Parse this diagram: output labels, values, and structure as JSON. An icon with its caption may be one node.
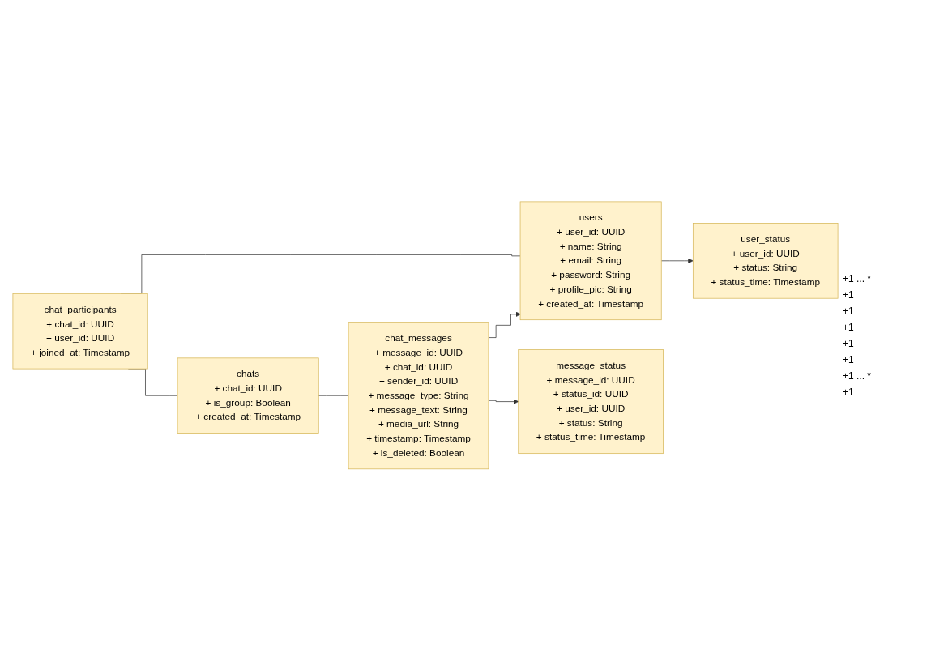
{
  "diagram": {
    "nodes": [
      {
        "text": [
          "user_status",
          "+ user_id: UUID",
          "+ status: String",
          "+ status_time: Timestamp"
        ]
      },
      {
        "text": [
          "chat_participants",
          "+ chat_id: UUID",
          "+ user_id: UUID",
          "+ joined_at: Timestamp"
        ]
      },
      {
        "text": [
          "users",
          "+ user_id: UUID",
          "+ name: String",
          "+ email: String",
          "+ password: String",
          "+ profile_pic: String",
          "+ created_at: Timestamp"
        ]
      },
      {
        "text": [
          "chats",
          "+ chat_id: UUID",
          "+ is_group: Boolean",
          "+ created_at: Timestamp"
        ]
      },
      {
        "text": [
          "chat_messages",
          "+ message_id: UUID",
          "+ chat_id: UUID",
          "+ sender_id: UUID",
          "+ message_type: String",
          "+ message_text: String",
          "+ media_url: String",
          "+ timestamp: Timestamp",
          "+ is_deleted: Boolean"
        ]
      },
      {
        "text": [
          "message_status",
          "+ message_id: UUID",
          "+ status_id: UUID",
          "+ user_id: UUID",
          "+ status: String",
          "+ status_time: Timestamp"
        ]
      }
    ],
    "edges": [
      {
        "from": 2,
        "to": 0,
        "arrow": "to"
      },
      {
        "from": 2,
        "to": 1,
        "arrow": "none"
      },
      {
        "from": 1,
        "to": 3,
        "arrow": "none"
      },
      {
        "from": 3,
        "to": 4,
        "arrow": "none"
      },
      {
        "from": 4,
        "to": 2,
        "arrow": "to"
      },
      {
        "from": 4,
        "to": 5,
        "arrow": "to"
      }
    ],
    "labels": [
      "+1 ... *",
      "+1",
      "+1",
      "+1",
      "+1",
      "+1",
      "+1 ... *",
      "+1"
    ]
  }
}
